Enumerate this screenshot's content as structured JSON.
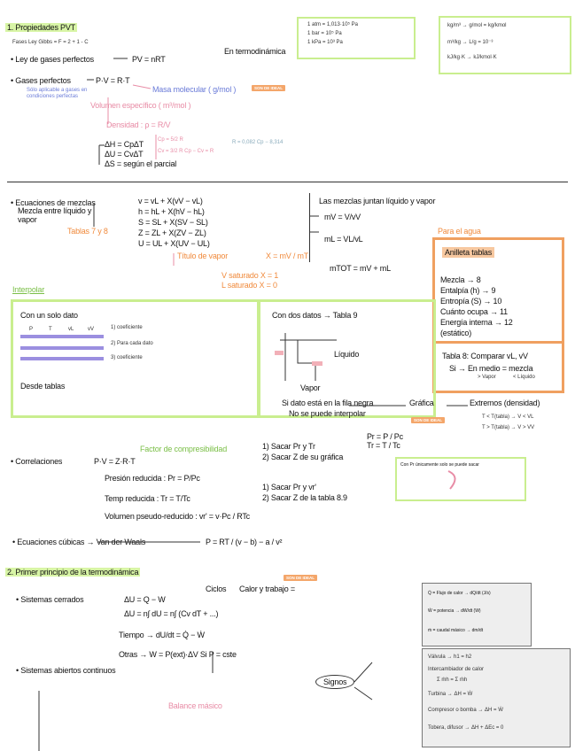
{
  "section1": {
    "title": "1. Propiedades PVT",
    "phase_rule": "Fases    Ley   Gibbs =  F = 2 + 1 - C",
    "ideal_gas_law": "Ley de gases perfectos",
    "pv_nrt": "PV = nRT",
    "en_termodinamica": "En termodinámica",
    "gases_perfectos": "Gases perfectos",
    "p_eq": "P·V = R·T",
    "note_ideal": "Sólo aplicable a gases en condiciones perfectas",
    "masa_molecular": "Masa molecular ( g/mol )",
    "volumen_especifico": "Volumen específico ( m³/mol )",
    "densidad": "Densidad : ρ = R/V",
    "dh": "ΔH = CpΔT",
    "du": "ΔU = CvΔT",
    "ds": "ΔS = según el parcial",
    "cp": "Cp = 5/2 R",
    "cv": "Cv = 3/2 R  Cp − Cv = R",
    "r_values": "R = 0,082  Cp − 8,314",
    "badge": "SON DE IDEAL",
    "box1_lines": [
      "1 atm = 1,013·10⁵ Pa",
      "1 bar = 10⁵ Pa",
      "1 kPa = 10³ Pa"
    ],
    "box2_lines": [
      "kg/m³ → g/mol  = kg/kmol",
      "m³/kg → L/g  = 10⁻³",
      "kJ/kg·K → kJ/kmol·K"
    ]
  },
  "mixtures": {
    "title": "Ecuaciones de mezclas",
    "sub": "Mezcla entre líquido y vapor",
    "tables": "Tablas 7 y 8",
    "eqs": [
      "v = vL + X(vV − vL)",
      "h = hL + X(hV − hL)",
      "S = SL + X(SV − SL)",
      "Z = ZL + X(ZV − ZL)",
      "U = UL + X(UV − UL)"
    ],
    "titulo": "Título de vapor",
    "x_eq": "X = mV / mT",
    "sat_v": "V saturado X = 1",
    "sat_l": "L saturado X = 0",
    "mix_title": "Las mezclas juntan líquido y vapor",
    "m_v": "mV = V/vV",
    "m_l": "mL = VL/vL",
    "m_tot": "mTOT = mV + mL",
    "agua": "Para el agua",
    "orange_title": "Anilleta tablas",
    "orange_rows": [
      "Mezcla → 8",
      "Entalpía (h) → 9",
      "Entropía (S) → 10",
      "Cuánto ocupa → 11",
      "Energía interna → 12",
      "(estático)"
    ],
    "tabla8": "Tabla 8: Comparar vL, vV",
    "tabla8_sub": "Si → En medio = mezcla",
    "tabla8_v": "> Vapor",
    "tabla8_l": "< Líquido"
  },
  "interpolar": {
    "title": "Interpolar",
    "single": "Con un solo dato",
    "headers": [
      "P",
      "T",
      "vL",
      "vV"
    ],
    "rows": [
      [
        "?",
        "?",
        "?",
        "?"
      ],
      [
        "?",
        "?",
        "?",
        "?"
      ],
      [
        "?",
        "?",
        "?",
        "?"
      ]
    ],
    "step1": "1)  coeficiente",
    "step2": "2)  Para cada dato",
    "step3": "3)  coeficiente",
    "desde": "Desde tablas",
    "two": "Con dos datos → Tabla 9",
    "liquido": "Líquido",
    "vapor": "Vapor",
    "note_fila": "Si dato está en la fila negra",
    "no_interp": "No se puede interpolar",
    "grafica": "Gráfica",
    "extremos": "Extremos (densidad)",
    "ext1": "T < T(tabla) → V < VL",
    "ext2": "T > T(tabla) → V > VV"
  },
  "correlations": {
    "title": "Correlaciones",
    "factor": "Factor de compresibilidad",
    "pv_zrt": "P·V = Z·R·T",
    "presion": "Presión reducida : Pr = P/Pc",
    "temp": "Temp reducida : Tr = T/Tc",
    "volumen": "Volumen pseudo-reducido : vr' = v·Pc / RTc",
    "s1": "1) Sacar Pr y Tr",
    "s2": "2) Sacar Z de su gráfica",
    "s3": "1) Sacar Pr y vr'",
    "s4": "2) Sacar Z de la tabla 8.9",
    "pr_def": "Pr = P / Pc",
    "tr_def": "Tr = T / Tc",
    "badge": "SON DE IDEAL",
    "note_pc": "Con Pr únicamente solo se puede sacar",
    "cubicas": "Ecuaciones cúbicas → Van der Waals",
    "vdw": "P = RT / (v − b) − a / v²"
  },
  "section2": {
    "title": "2. Primer principio de la termodinámica",
    "cerrados": "Sistemas cerrados",
    "du": "ΔU = Q − W",
    "ciclos": "Ciclos",
    "calor": "Calor y trabajo =",
    "du_int": "ΔU = n∫ dU = n∫ (Cv dT + ...)",
    "tiempo": "Tiempo → dU/dt = Q̇ − Ẇ",
    "otras": "Otras → W = P(ext)·ΔV  Si P = cste",
    "abiertos": "Sistemas abiertos continuos",
    "signos": "Signos",
    "balance": "Balance másico",
    "badge": "SON DE IDEAL",
    "box3": [
      "Q̇ = Flujo de calor → dQ/dt (J/s)",
      "Ẇ = potencia → dW/dt (W)",
      "ṁ = caudal másico → dm/dt"
    ],
    "box4": [
      "Válvula → h1 = h2",
      "Intercambiador de calor",
      "Σ ṁh = Σ ṁh",
      "Turbina → ΔH = Ẇ",
      "Compresor o bomba → ΔH = Ẇ",
      "Tobera, difusor → ΔH + ΔEc = 0"
    ]
  },
  "colors": {
    "green": "#c9ee8f",
    "orange": "#f0a060",
    "pink": "#e88ca6",
    "blue": "#6a7bd8"
  }
}
